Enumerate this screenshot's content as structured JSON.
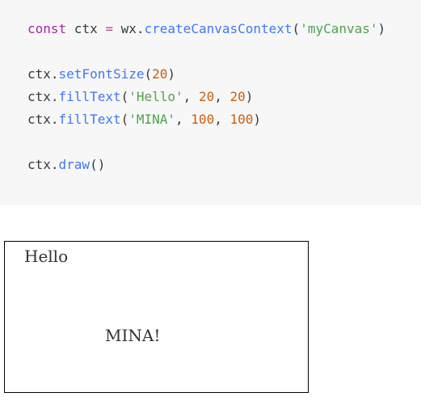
{
  "code": {
    "line1": {
      "kw": "const",
      "var": " ctx ",
      "op": "=",
      "obj": " wx.",
      "fn": "createCanvasContext",
      "open": "(",
      "str": "'myCanvas'",
      "close": ")"
    },
    "line2": {
      "obj": "ctx.",
      "fn": "setFontSize",
      "open": "(",
      "num": "20",
      "close": ")"
    },
    "line3": {
      "obj": "ctx.",
      "fn": "fillText",
      "open": "(",
      "str": "'Hello'",
      "sep1": ", ",
      "num1": "20",
      "sep2": ", ",
      "num2": "20",
      "close": ")"
    },
    "line4": {
      "obj": "ctx.",
      "fn": "fillText",
      "open": "(",
      "str": "'MINA'",
      "sep1": ", ",
      "num1": "100",
      "sep2": ", ",
      "num2": "100",
      "close": ")"
    },
    "line5": {
      "obj": "ctx.",
      "fn": "draw",
      "call": "()"
    }
  },
  "canvas": {
    "text1": "Hello",
    "text2": "MINA!"
  },
  "colors": {
    "keyword": "#a626a4",
    "function": "#4078f2",
    "string": "#50a14f",
    "number": "#c85f10",
    "code_background": "#f7f7f7",
    "canvas_border": "#000000"
  }
}
